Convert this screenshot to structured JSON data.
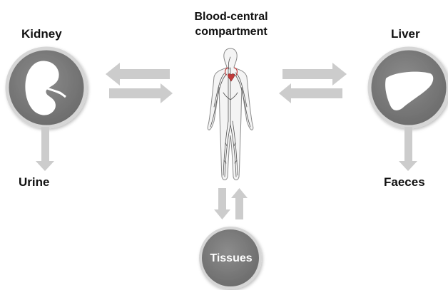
{
  "nodes": {
    "blood": {
      "line1": "Blood-central",
      "line2": "compartment"
    },
    "kidney": {
      "label": "Kidney"
    },
    "liver": {
      "label": "Liver"
    },
    "urine": {
      "label": "Urine"
    },
    "faeces": {
      "label": "Faeces"
    },
    "tissues": {
      "label": "Tissues"
    }
  },
  "colors": {
    "circle_fill": "#7a7a7a",
    "circle_ring": "#d6d6d6",
    "arrow": "#cccccc",
    "organ": "#ffffff",
    "body_outline": "#8a8a8a",
    "vessels": "#555555",
    "text": "#111111"
  },
  "icons": {
    "kidney": "kidney-icon",
    "liver": "liver-icon",
    "body": "human-circulatory-system-icon"
  }
}
